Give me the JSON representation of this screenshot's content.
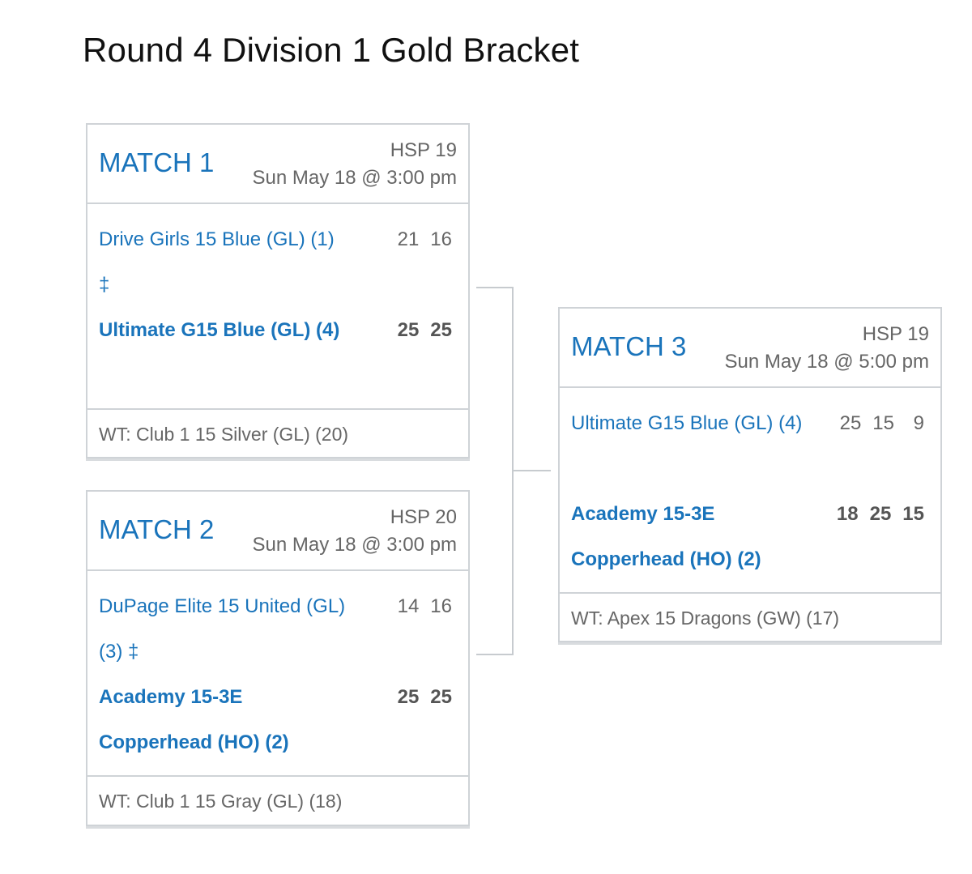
{
  "page": {
    "title": "Round 4 Division 1 Gold Bracket"
  },
  "matches": [
    {
      "title": "MATCH 1",
      "court": "HSP 19",
      "datetime": "Sun May 18 @ 3:00 pm",
      "teams": [
        {
          "name": "Drive Girls 15 Blue (GL) (1) ‡",
          "scores": [
            "21",
            "16"
          ],
          "winner": false
        },
        {
          "name": "Ultimate G15 Blue (GL) (4)",
          "scores": [
            "25",
            "25"
          ],
          "winner": true
        }
      ],
      "work_team": "WT: Club 1 15 Silver (GL) (20)"
    },
    {
      "title": "MATCH 2",
      "court": "HSP 20",
      "datetime": "Sun May 18 @ 3:00 pm",
      "teams": [
        {
          "name": "DuPage Elite 15 United (GL) (3) ‡",
          "scores": [
            "14",
            "16"
          ],
          "winner": false
        },
        {
          "name": "Academy 15-3E Copperhead (HO) (2)",
          "scores": [
            "25",
            "25"
          ],
          "winner": true
        }
      ],
      "work_team": "WT: Club 1 15 Gray (GL) (18)"
    },
    {
      "title": "MATCH 3",
      "court": "HSP 19",
      "datetime": "Sun May 18 @ 5:00 pm",
      "teams": [
        {
          "name": "Ultimate G15 Blue (GL) (4)",
          "scores": [
            "25",
            "15",
            "9"
          ],
          "winner": false
        },
        {
          "name": "Academy 15-3E Copperhead (HO) (2)",
          "scores": [
            "18",
            "25",
            "15"
          ],
          "winner": true
        }
      ],
      "work_team": "WT: Apex 15 Dragons (GW) (17)"
    }
  ],
  "colors": {
    "link": "#1a74bb",
    "muted": "#666666",
    "border": "#cfd3d7",
    "connector": "#c7cbcf"
  }
}
